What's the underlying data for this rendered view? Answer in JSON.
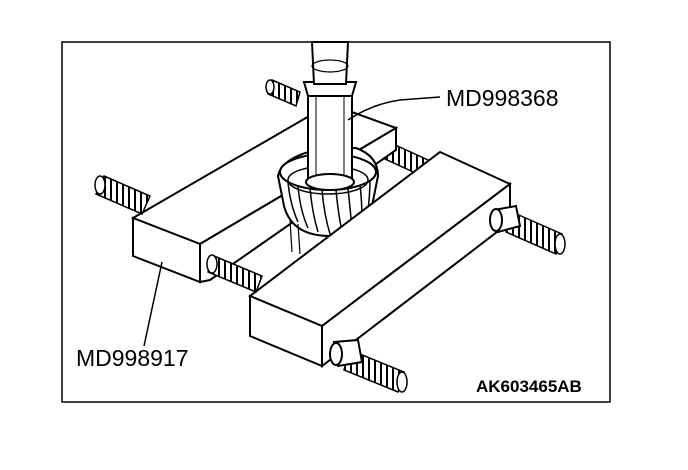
{
  "labels": {
    "top_tool": "MD998368",
    "left_tool": "MD998917"
  },
  "figure_id": "AK603465AB",
  "colors": {
    "stroke": "#000000",
    "fill": "#ffffff",
    "shade": "#f2f2f2"
  }
}
